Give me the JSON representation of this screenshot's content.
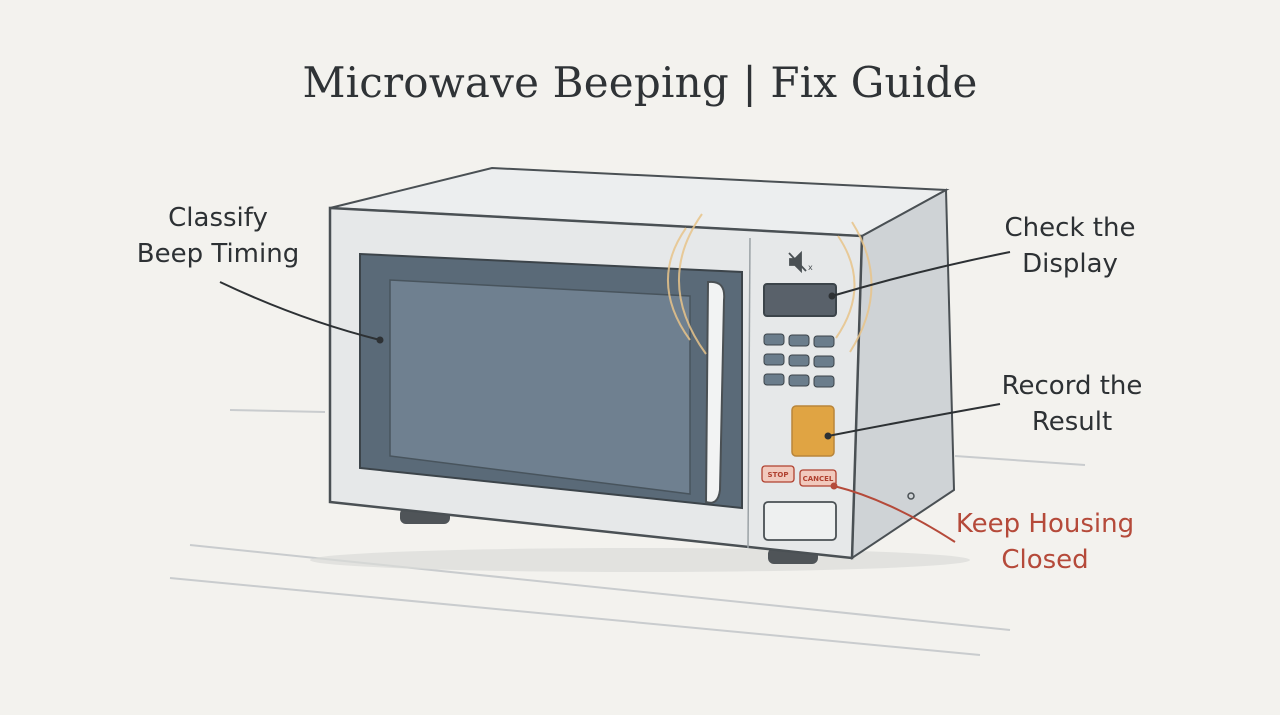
{
  "title": "Microwave Beeping | Fix Guide",
  "callouts": {
    "classify": {
      "line1": "Classify",
      "line2": "Beep Timing"
    },
    "display": {
      "line1": "Check the",
      "line2": "Display"
    },
    "record": {
      "line1": "Record the",
      "line2": "Result"
    },
    "housing": {
      "line1": "Keep Housing",
      "line2": "Closed"
    }
  },
  "buttons": {
    "stop": "STOP",
    "cancel": "CANCEL"
  },
  "icons": {
    "mute": "speaker-mute-icon"
  },
  "colors": {
    "warning": "#b54a3a",
    "accent_button": "#e0a443",
    "sound_waves": "#e8c48a"
  }
}
